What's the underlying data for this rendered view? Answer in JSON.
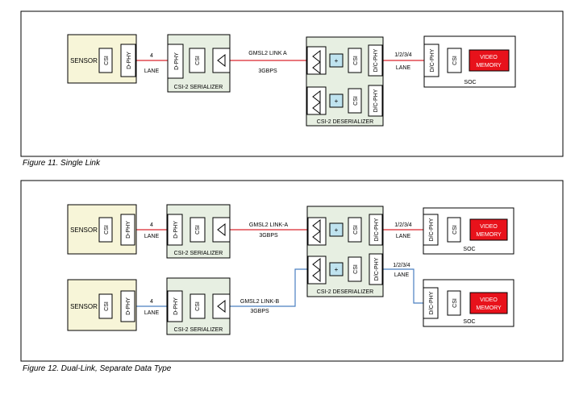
{
  "colors": {
    "red_link": "#d9262e",
    "blue_link": "#4a7fc1",
    "block_fill": "#f7f5d8",
    "serdes_fill": "#e7efe2",
    "memory_fill": "#e8121b",
    "mux_fill": "#bfe3ef"
  },
  "figure11": {
    "caption": "Figure 11. Single Link",
    "sensor": "SENSOR",
    "csi": "CSI",
    "dphy": "D-PHY",
    "lane_num": "4",
    "lane_word": "LANE",
    "serializer_label": "CSI-2  SERIALIZER",
    "link_label": "GMSL2 LINK A",
    "rate": "3GBPS",
    "deserializer_label": "CSI-2  DESERIALIZER",
    "dcphy": "D/C-PHY",
    "plus": "+",
    "out_lanes": "1/2/3/4",
    "out_lane_word": "LANE",
    "soc_label": "SOC",
    "memory_line1": "VIDEO",
    "memory_line2": "MEMORY"
  },
  "figure12": {
    "caption": "Figure 12. Dual-Link, Separate Data Type",
    "sensor": "SENSOR",
    "csi": "CSI",
    "dphy": "D-PHY",
    "lane_num": "4",
    "lane_word": "LANE",
    "serializer_label": "CSI-2  SERIALIZER",
    "link_a_label": "GMSL2 LINK-A",
    "link_b_label": "GMSL2 LINK-B",
    "rate": "3GBPS",
    "deserializer_label": "CSI-2 DESERIALIZER",
    "dcphy": "D/C-PHY",
    "plus": "+",
    "out_lanes": "1/2/3/4",
    "out_lane_word": "LANE",
    "soc_label": "SOC",
    "memory_line1": "VIDEO",
    "memory_line2": "MEMORY"
  }
}
